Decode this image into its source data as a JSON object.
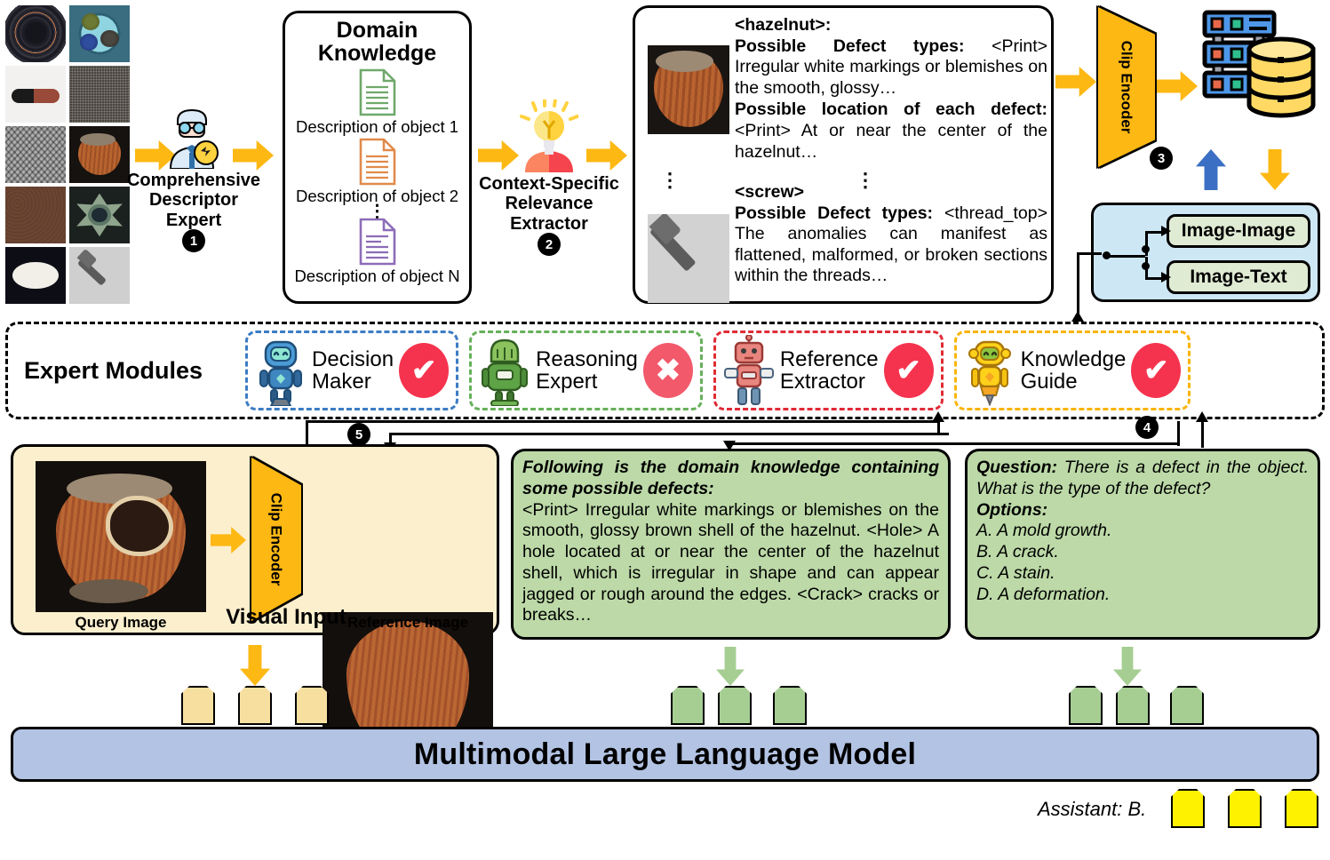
{
  "pipeline": {
    "step1": {
      "label_line1": "Comprehensive",
      "label_line2": "Descriptor",
      "label_line3": "Expert",
      "number": "1"
    },
    "step2": {
      "label_line1": "Context-Specific",
      "label_line2": "Relevance",
      "label_line3": "Extractor",
      "number": "2"
    },
    "step3_number": "3",
    "step4_number": "4",
    "step5_number": "5"
  },
  "domain_knowledge": {
    "title_line1": "Domain",
    "title_line2": "Knowledge",
    "items": [
      {
        "caption": "Description of object 1",
        "color": "#6FA86B"
      },
      {
        "caption": "Description of object 2",
        "color": "#E08A4B"
      },
      {
        "caption": "Description of object N",
        "color": "#8D6CB8"
      }
    ],
    "ellipsis": "⋮"
  },
  "knowledge_box": {
    "hazelnut": {
      "tag": "<hazelnut>:",
      "defect_types_label": "Possible Defect types:",
      "defect_types_value": "<Print> Irregular white markings or blemishes on the smooth, glossy…",
      "location_label": "Possible location of each defect:",
      "location_value": "<Print> At or near the center of the hazelnut…"
    },
    "screw": {
      "tag": "<screw>",
      "defect_types_label": "Possible Defect types:",
      "defect_types_value": "<thread_top> The anomalies can manifest as flattened, malformed, or broken sections within the threads…"
    },
    "ellipsis": "⋮"
  },
  "clip_encoder": {
    "line1": "Clip",
    "line2": "Encoder"
  },
  "retrieval": {
    "modes": [
      "Image-Image",
      "Image-Text"
    ]
  },
  "expert_modules": {
    "title": "Expert Modules",
    "modules": [
      {
        "name_line1": "Decision",
        "name_line2": "Maker",
        "status": "check",
        "border_color": "#3B7CC4",
        "robot_color": "#4A9BD6"
      },
      {
        "name_line1": "Reasoning",
        "name_line2": "Expert",
        "status": "cross",
        "border_color": "#66B05A",
        "robot_color": "#6FB355"
      },
      {
        "name_line1": "Reference",
        "name_line2": "Extractor",
        "status": "check",
        "border_color": "#E02B36",
        "robot_color": "#E8857E"
      },
      {
        "name_line1": "Knowledge",
        "name_line2": "Guide",
        "status": "check",
        "border_color": "#FBB40A",
        "robot_color": "#FFD11A"
      }
    ],
    "check_glyph": "✔",
    "cross_glyph": "✖",
    "badge_color": "#F6334E"
  },
  "visual_input": {
    "title": "Visual Input",
    "query_caption": "Query Image",
    "reference_caption": "Reference Image"
  },
  "domain_text_panel": {
    "heading": "Following is the domain knowledge containing some possible defects:",
    "body": "<Print> Irregular white markings or blemishes on the smooth, glossy brown shell of the hazelnut. <Hole> A hole located at or near the center of the hazelnut shell, which is irregular in shape and can appear jagged or rough around the edges. <Crack> cracks or breaks…"
  },
  "question_panel": {
    "question_label": "Question:",
    "question_text": "There is a defect in the object. What is the type of the defect?",
    "options_label": "Options:",
    "options": [
      "A. A mold growth.",
      "B. A crack.",
      "C. A stain.",
      "D. A deformation."
    ]
  },
  "llm": {
    "title": "Multimodal Large Language Model"
  },
  "answer": {
    "text": "Assistant: B."
  },
  "colors": {
    "yellow": "#FDB813",
    "blue_arrow": "#3B6FC4",
    "panel_green": "#BCD9A7",
    "panel_yellow": "#FCEFCE",
    "llm_blue": "#B3C3E3",
    "retrieval_blue": "#CDE7F5",
    "retrieval_green": "#E0EBD4",
    "token_yellow": "#F7DFA0",
    "token_green": "#A6CE93",
    "token_answer": "#FFF200"
  }
}
